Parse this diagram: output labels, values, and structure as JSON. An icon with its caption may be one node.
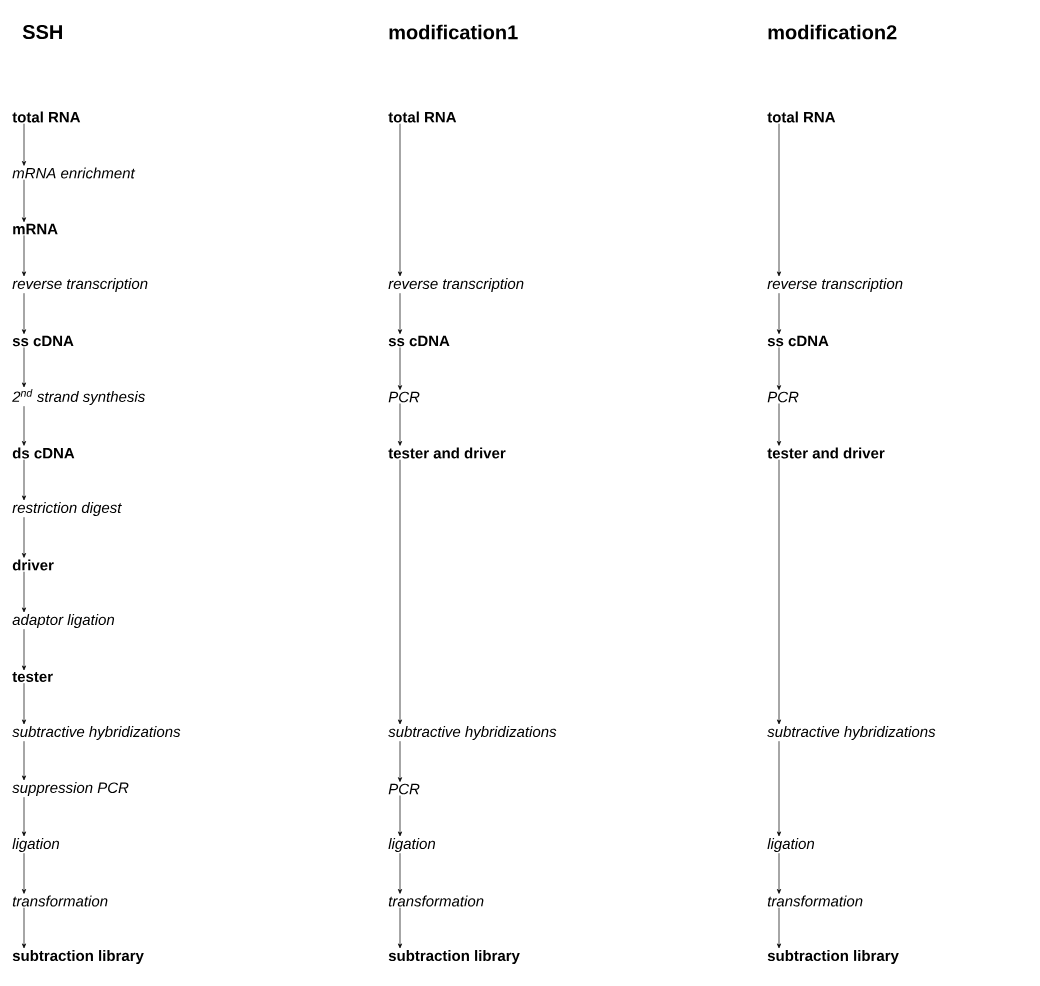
{
  "diagram": {
    "nodes": [
      {
        "text": [
          "total RNA"
        ]
      },
      {
        "text": [
          "mRNA enrichment"
        ]
      },
      {
        "text": [
          "mRNA"
        ]
      },
      {
        "text": [
          "reverse transcription"
        ]
      },
      {
        "text": [
          "ss cDNA"
        ]
      },
      {
        "text": [
          "2$^{nd}$ strand synthesis"
        ]
      },
      {
        "text": [
          "ds cDNA"
        ]
      },
      {
        "text": [
          "restriction digest"
        ]
      },
      {
        "text": [
          "driver"
        ]
      },
      {
        "text": [
          "adaptor ligation"
        ]
      },
      {
        "text": [
          "tester"
        ]
      },
      {
        "text": [
          "subtractive hybridizations"
        ]
      },
      {
        "text": [
          "suppression PCR"
        ]
      },
      {
        "text": [
          "ligation"
        ]
      },
      {
        "text": [
          "transformation"
        ]
      },
      {
        "text": [
          "subtraction library"
        ]
      },
      {
        "text": [
          "total RNA"
        ]
      },
      {
        "text": [
          "reverse transcription"
        ]
      },
      {
        "text": [
          "ss cDNA"
        ]
      },
      {
        "text": [
          "PCR"
        ]
      },
      {
        "text": [
          "tester and driver"
        ]
      },
      {
        "text": [
          "subtractive hybridizations"
        ]
      },
      {
        "text": [
          "PCR"
        ]
      },
      {
        "text": [
          "ligation"
        ]
      },
      {
        "text": [
          "transformation"
        ]
      },
      {
        "text": [
          "subtraction library"
        ]
      },
      {
        "text": [
          "total RNA"
        ]
      },
      {
        "text": [
          "reverse transcription"
        ]
      },
      {
        "text": [
          "ss cDNA"
        ]
      },
      {
        "text": [
          "PCR"
        ]
      },
      {
        "text": [
          "tester and driver"
        ]
      },
      {
        "text": [
          "subtractive hybridizations"
        ]
      },
      {
        "text": [
          "ligation"
        ]
      },
      {
        "text": [
          "transformation"
        ]
      },
      {
        "text": [
          "subtraction library"
        ]
      }
    ],
    "edges": [
      {
        "from": 0,
        "to": 1,
        "arrow": "to"
      },
      {
        "from": 1,
        "to": 2,
        "arrow": "to"
      },
      {
        "from": 2,
        "to": 3,
        "arrow": "to"
      },
      {
        "from": 3,
        "to": 4,
        "arrow": "to"
      },
      {
        "from": 4,
        "to": 5,
        "arrow": "to"
      },
      {
        "from": 5,
        "to": 6,
        "arrow": "to"
      },
      {
        "from": 6,
        "to": 7,
        "arrow": "to"
      },
      {
        "from": 7,
        "to": 8,
        "arrow": "to"
      },
      {
        "from": 8,
        "to": 9,
        "arrow": "to"
      },
      {
        "from": 9,
        "to": 10,
        "arrow": "to"
      },
      {
        "from": 10,
        "to": 11,
        "arrow": "to"
      },
      {
        "from": 11,
        "to": 12,
        "arrow": "to"
      },
      {
        "from": 12,
        "to": 13,
        "arrow": "to"
      },
      {
        "from": 13,
        "to": 14,
        "arrow": "to"
      },
      {
        "from": 14,
        "to": 15,
        "arrow": "to"
      },
      {
        "from": 16,
        "to": 17,
        "arrow": "to"
      },
      {
        "from": 17,
        "to": 18,
        "arrow": "to"
      },
      {
        "from": 18,
        "to": 19,
        "arrow": "to"
      },
      {
        "from": 19,
        "to": 20,
        "arrow": "to"
      },
      {
        "from": 20,
        "to": 21,
        "arrow": "to"
      },
      {
        "from": 21,
        "to": 22,
        "arrow": "to"
      },
      {
        "from": 22,
        "to": 23,
        "arrow": "to"
      },
      {
        "from": 23,
        "to": 24,
        "arrow": "to"
      },
      {
        "from": 24,
        "to": 25,
        "arrow": "to"
      },
      {
        "from": 26,
        "to": 27,
        "arrow": "to"
      },
      {
        "from": 27,
        "to": 28,
        "arrow": "to"
      },
      {
        "from": 28,
        "to": 29,
        "arrow": "to"
      },
      {
        "from": 29,
        "to": 30,
        "arrow": "to"
      },
      {
        "from": 30,
        "to": 31,
        "arrow": "to"
      },
      {
        "from": 31,
        "to": 32,
        "arrow": "to"
      },
      {
        "from": 32,
        "to": 33,
        "arrow": "to"
      },
      {
        "from": 33,
        "to": 34,
        "arrow": "to"
      }
    ],
    "labels": [
      "SSH",
      "modification1",
      "modification2"
    ]
  }
}
